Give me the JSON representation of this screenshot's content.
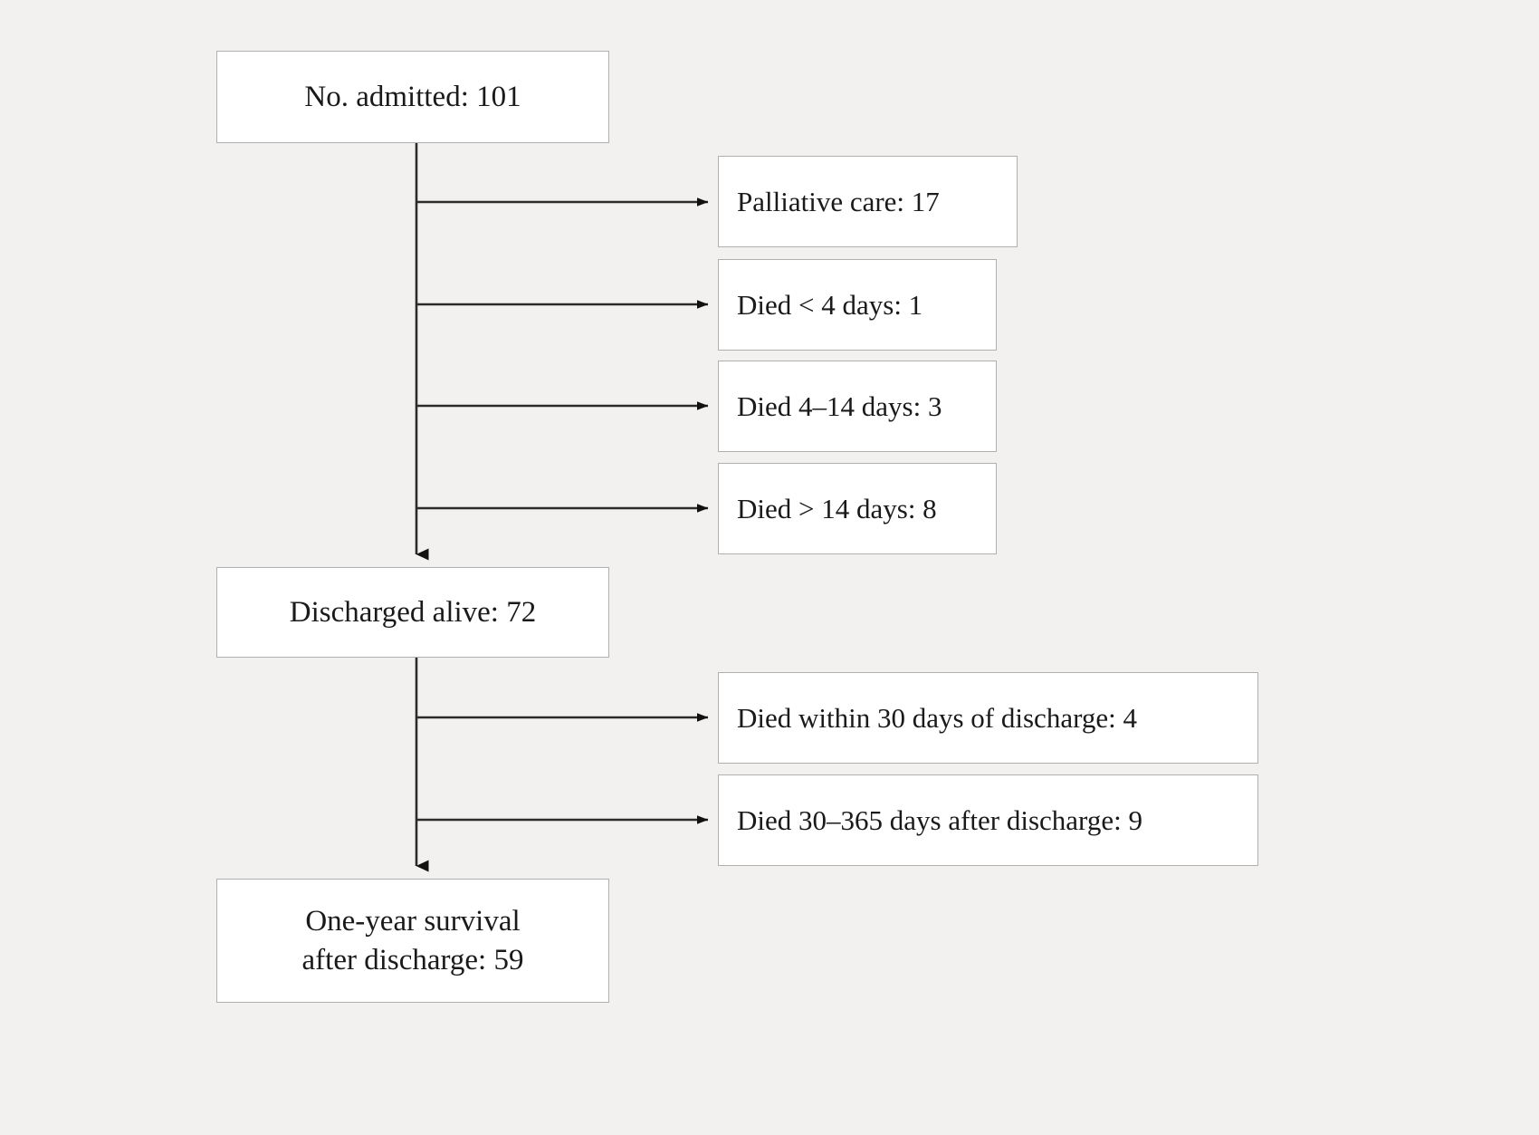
{
  "diagram": {
    "type": "flowchart",
    "title": "Patient outcome flow diagram",
    "background_color": "#f2f1ef",
    "box_fill_color": "#ffffff",
    "box_border_color": "#b0b0ae",
    "connector_color": "#2b2b2b",
    "nodes": {
      "admitted": {
        "label": "No. admitted: 101",
        "count": 101
      },
      "palliative": {
        "label": "Palliative care: 17",
        "count": 17
      },
      "died_lt4": {
        "label": "Died < 4 days: 1",
        "count": 1
      },
      "died_4_14": {
        "label": "Died 4–14 days: 3",
        "count": 3
      },
      "died_gt14": {
        "label": "Died > 14 days: 8",
        "count": 8
      },
      "discharged": {
        "label": "Discharged alive: 72",
        "count": 72
      },
      "died_30": {
        "label": "Died within 30 days of discharge: 4",
        "count": 4
      },
      "died_30_365": {
        "label": "Died 30–365 days after discharge: 9",
        "count": 9
      },
      "survival": {
        "label": "One-year survival\nafter discharge: 59",
        "count": 59
      }
    },
    "edges": [
      {
        "from": "admitted",
        "to": "palliative"
      },
      {
        "from": "admitted",
        "to": "died_lt4"
      },
      {
        "from": "admitted",
        "to": "died_4_14"
      },
      {
        "from": "admitted",
        "to": "died_gt14"
      },
      {
        "from": "admitted",
        "to": "discharged"
      },
      {
        "from": "discharged",
        "to": "died_30"
      },
      {
        "from": "discharged",
        "to": "died_30_365"
      },
      {
        "from": "discharged",
        "to": "survival"
      }
    ]
  }
}
